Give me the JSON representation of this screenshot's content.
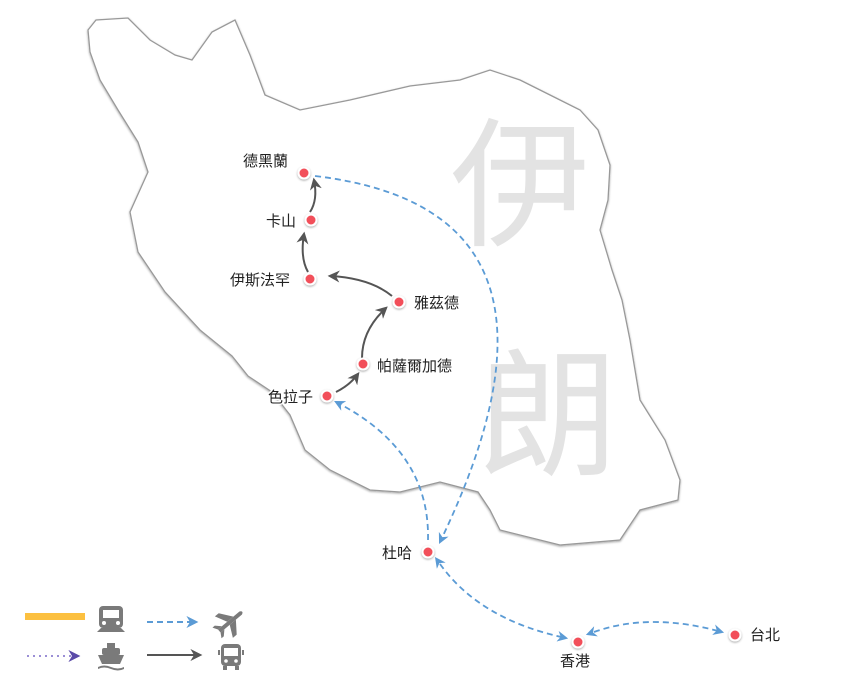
{
  "map": {
    "country_label_1": "伊",
    "country_label_2": "朗",
    "cities": {
      "tehran": "德黑蘭",
      "kashan": "卡山",
      "isfahan": "伊斯法罕",
      "yazd": "雅茲德",
      "pasargadae": "帕薩爾加德",
      "shiraz": "色拉子",
      "doha": "杜哈",
      "hongkong": "香港",
      "taipei": "台北"
    }
  },
  "legend": {
    "items": [
      "train-icon",
      "plane-icon",
      "ship-icon",
      "bus-icon"
    ]
  },
  "colors": {
    "city_dot": "#f2505a",
    "flight": "#5b9bd5",
    "bus": "#555555",
    "train": "#fcc040",
    "ship": "#6a5acd",
    "border": "#999999"
  }
}
